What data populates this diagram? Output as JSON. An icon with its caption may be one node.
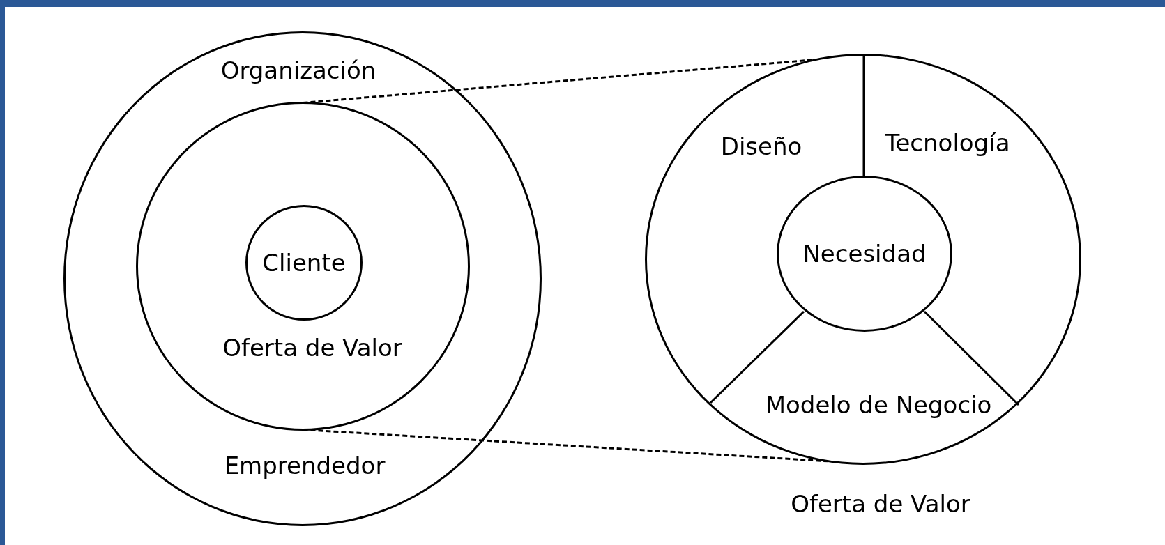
{
  "diagram": {
    "nodes": [
      {
        "text": [
          "Organización",
          "Emprendedor"
        ]
      },
      {
        "text": [
          "Oferta de Valor"
        ],
        "in": 0
      },
      {
        "text": [
          "Cliente"
        ],
        "in": 1
      },
      {
        "text": [
          "Oferta de Valor"
        ]
      },
      {
        "text": [
          "Necesidad"
        ],
        "in": 3
      }
    ],
    "edges": [
      {
        "from": 1,
        "to": 3,
        "arrow": "none",
        "style": "dashed"
      },
      {
        "from": 1,
        "to": 3,
        "arrow": "none",
        "style": "dashed"
      }
    ],
    "labels": [
      "Diseño",
      "Tecnología",
      "Modelo de Negocio"
    ]
  }
}
